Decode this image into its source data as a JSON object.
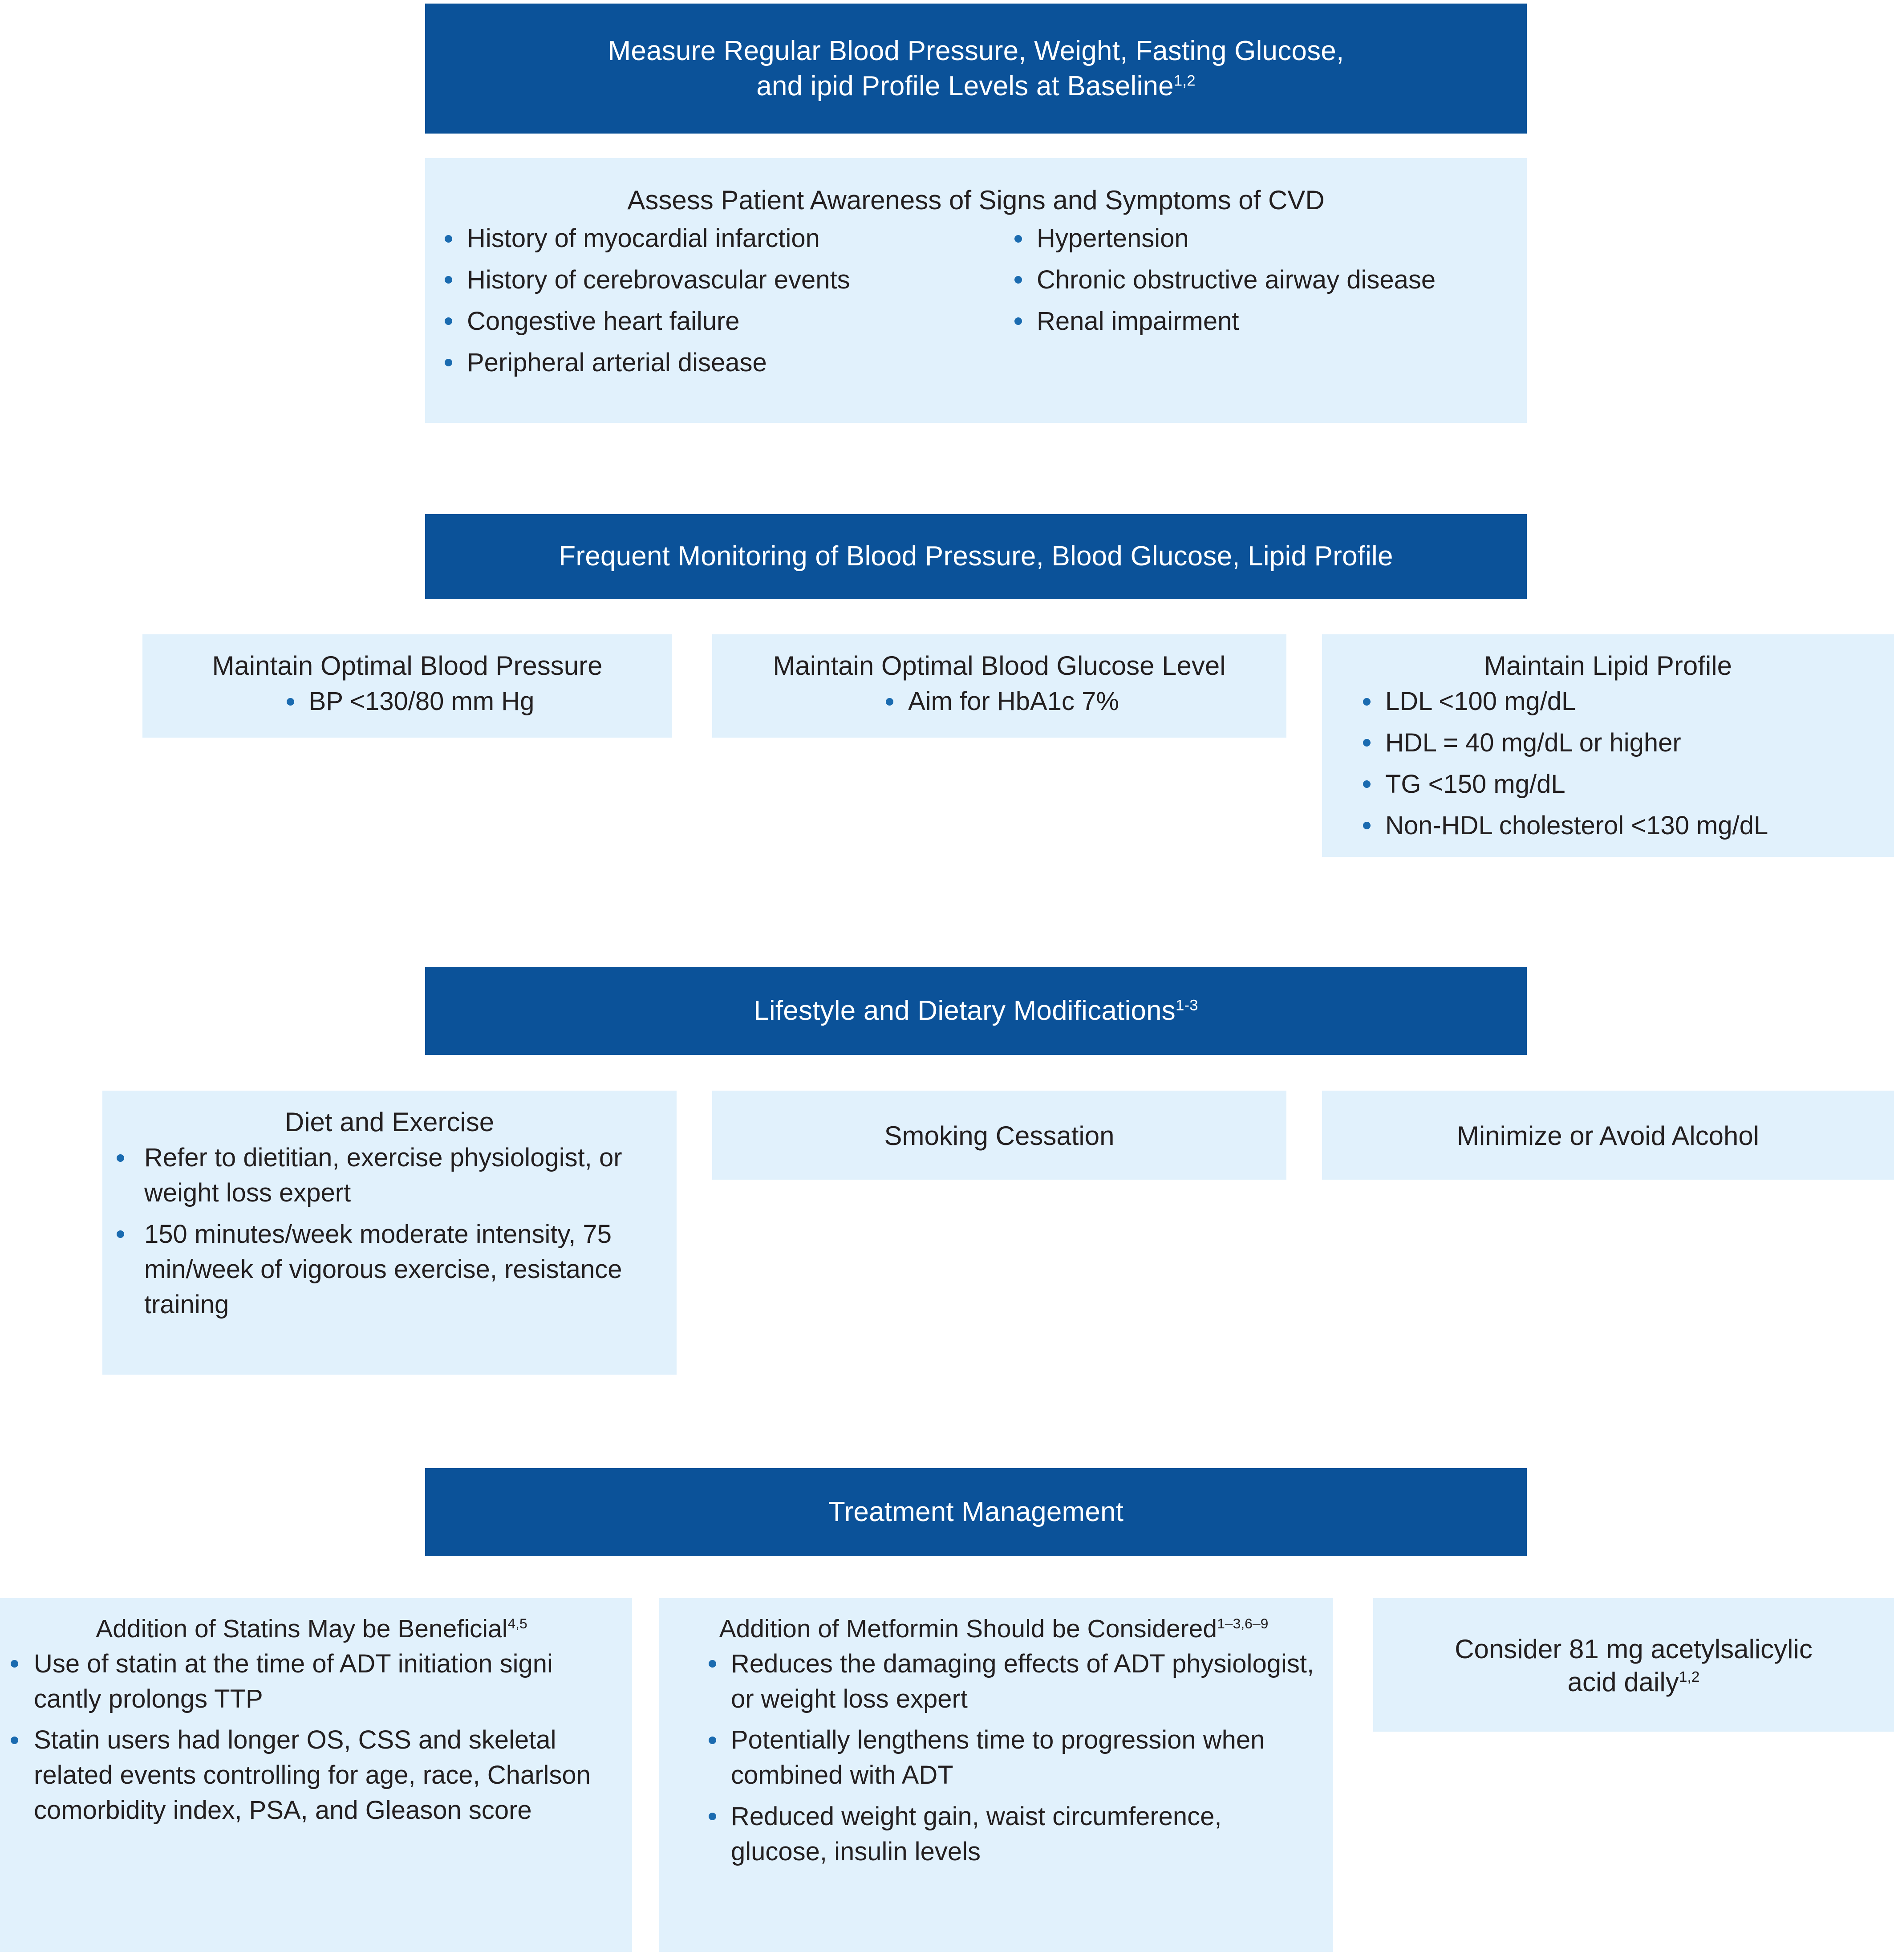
{
  "theme": {
    "bar_color": "#0b5299",
    "box_color": "#e1f1fc",
    "bullet_color": "#1a6bb0",
    "text_color": "#231f20",
    "bar_text_color": "#ffffff"
  },
  "sections": {
    "baseline": {
      "bar_line1": "Measure Regular Blood Pressure, Weight, Fasting Glucose,",
      "bar_line2": "and ipid Profile Levels at Baseline",
      "bar_sup": "1,2",
      "cvd_title": "Assess Patient Awareness of Signs and Symptoms of CVD",
      "cvd_left": [
        "History of myocardial infarction",
        "History of cerebrovascular events",
        "Congestive heart failure",
        "Peripheral arterial disease"
      ],
      "cvd_right": [
        "Hypertension",
        "Chronic obstructive airway disease",
        "Renal impairment"
      ]
    },
    "monitoring": {
      "bar": "Frequent Monitoring of Blood Pressure, Blood Glucose, Lipid Profile",
      "bp": {
        "title": "Maintain Optimal Blood Pressure",
        "items": [
          "BP <130/80 mm Hg"
        ]
      },
      "glucose": {
        "title": "Maintain Optimal Blood Glucose Level",
        "items": [
          "Aim for HbA1c  7%"
        ]
      },
      "lipid": {
        "title": "Maintain Lipid Profile",
        "items": [
          "LDL <100 mg/dL",
          "HDL = 40 mg/dL or higher",
          "TG <150 mg/dL",
          "Non-HDL cholesterol <130 mg/dL"
        ]
      }
    },
    "lifestyle": {
      "bar": "Lifestyle and Dietary Modifications",
      "bar_sup": "1-3",
      "diet": {
        "title": "Diet and Exercise",
        "items": [
          "Refer to dietitian, exercise physiologist, or weight loss expert",
          "150 minutes/week moderate intensity, 75 min/week of vigorous exercise, resistance training"
        ]
      },
      "smoking": {
        "title": "Smoking Cessation"
      },
      "alcohol": {
        "title": "Minimize or Avoid Alcohol"
      }
    },
    "treatment": {
      "bar": "Treatment Management",
      "statins": {
        "title": "Addition of Statins May be Beneficial",
        "title_sup": "4,5",
        "items": [
          "Use of statin at the time of ADT initiation signi cantly prolongs TTP",
          "Statin users had longer OS, CSS and skeletal related events controlling for age, race, Charlson comorbidity index, PSA, and Gleason score"
        ]
      },
      "metformin": {
        "title": "Addition of Metformin Should be Considered",
        "title_sup": "1–3,6–9",
        "items": [
          "Reduces the damaging effects of ADT physiologist, or weight loss expert",
          "Potentially lengthens time to progression when combined with ADT",
          "Reduced weight gain, waist circumference, glucose, insulin levels"
        ]
      },
      "aspirin": {
        "line1": "Consider 81 mg acetylsalicylic",
        "line2": "acid daily",
        "sup": "1,2"
      }
    }
  }
}
